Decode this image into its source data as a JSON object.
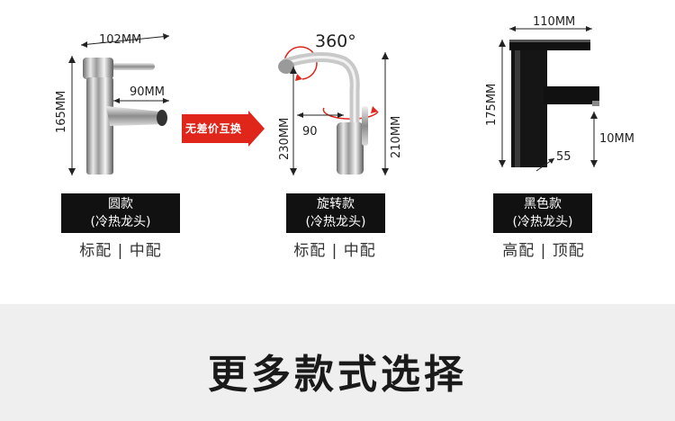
{
  "badge": {
    "label": "无差价互换"
  },
  "products": [
    {
      "name": "圆款",
      "subtitle": "(冷热龙头)",
      "config": "标配 | 中配",
      "dims": {
        "width": "102MM",
        "height": "165MM",
        "spout": "90MM"
      }
    },
    {
      "name": "旋转款",
      "subtitle": "(冷热龙头)",
      "config": "标配 | 中配",
      "dims": {
        "rotation": "360°",
        "height": "230MM",
        "spout": "90",
        "body": "210MM"
      }
    },
    {
      "name": "黑色款",
      "subtitle": "(冷热龙头)",
      "config": "高配 | 顶配",
      "dims": {
        "width": "110MM",
        "height": "175MM",
        "base": "55",
        "outlet": "10MM"
      }
    }
  ],
  "footer": {
    "title": "更多款式选择"
  },
  "colors": {
    "arrow_red": "#e0251b",
    "black": "#111111",
    "footer_bg": "#efefef"
  }
}
